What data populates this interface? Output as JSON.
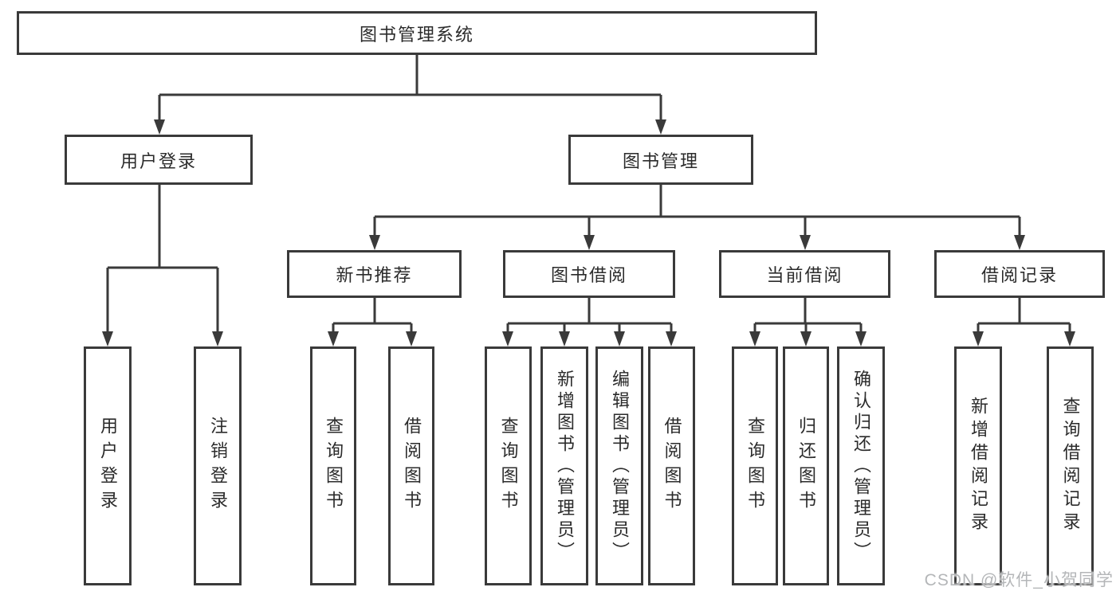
{
  "diagram": {
    "type": "hierarchy-tree",
    "root": {
      "label": "图书管理系统"
    },
    "level2": {
      "user_login": {
        "label": "用户登录"
      },
      "book_management": {
        "label": "图书管理"
      }
    },
    "level3": {
      "new_book_recommend": {
        "label": "新书推荐"
      },
      "book_borrowing": {
        "label": "图书借阅"
      },
      "current_borrowing": {
        "label": "当前借阅"
      },
      "borrowing_records": {
        "label": "借阅记录"
      }
    },
    "leaves": {
      "user_login": {
        "label": "用户登录",
        "parent": "用户登录"
      },
      "logout": {
        "label": "注销登录",
        "parent": "用户登录"
      },
      "recommend_search_books": {
        "label": "查询图书",
        "parent": "新书推荐"
      },
      "recommend_borrow_books": {
        "label": "借阅图书",
        "parent": "新书推荐"
      },
      "borrowing_search_books": {
        "label": "查询图书",
        "parent": "图书借阅"
      },
      "borrowing_add_books": {
        "label": "新增图书（管理员）",
        "parent": "图书借阅"
      },
      "borrowing_edit_books": {
        "label": "编辑图书（管理员）",
        "parent": "图书借阅"
      },
      "borrowing_borrow_books": {
        "label": "借阅图书",
        "parent": "图书借阅"
      },
      "current_search_books": {
        "label": "查询图书",
        "parent": "当前借阅"
      },
      "current_return_books": {
        "label": "归还图书",
        "parent": "当前借阅"
      },
      "current_confirm_return": {
        "label": "确认归还（管理员）",
        "parent": "当前借阅"
      },
      "records_add_record": {
        "label": "新增借阅记录",
        "parent": "借阅记录"
      },
      "records_search_record": {
        "label": "查询借阅记录",
        "parent": "借阅记录"
      }
    },
    "watermark": "CSDN @软件_小贺同学",
    "colors": {
      "line": "#3a3a3a",
      "text": "#2b2b2b",
      "box_background": "#ffffff",
      "watermark": "#b4b6b8",
      "background": "#ffffff"
    }
  }
}
